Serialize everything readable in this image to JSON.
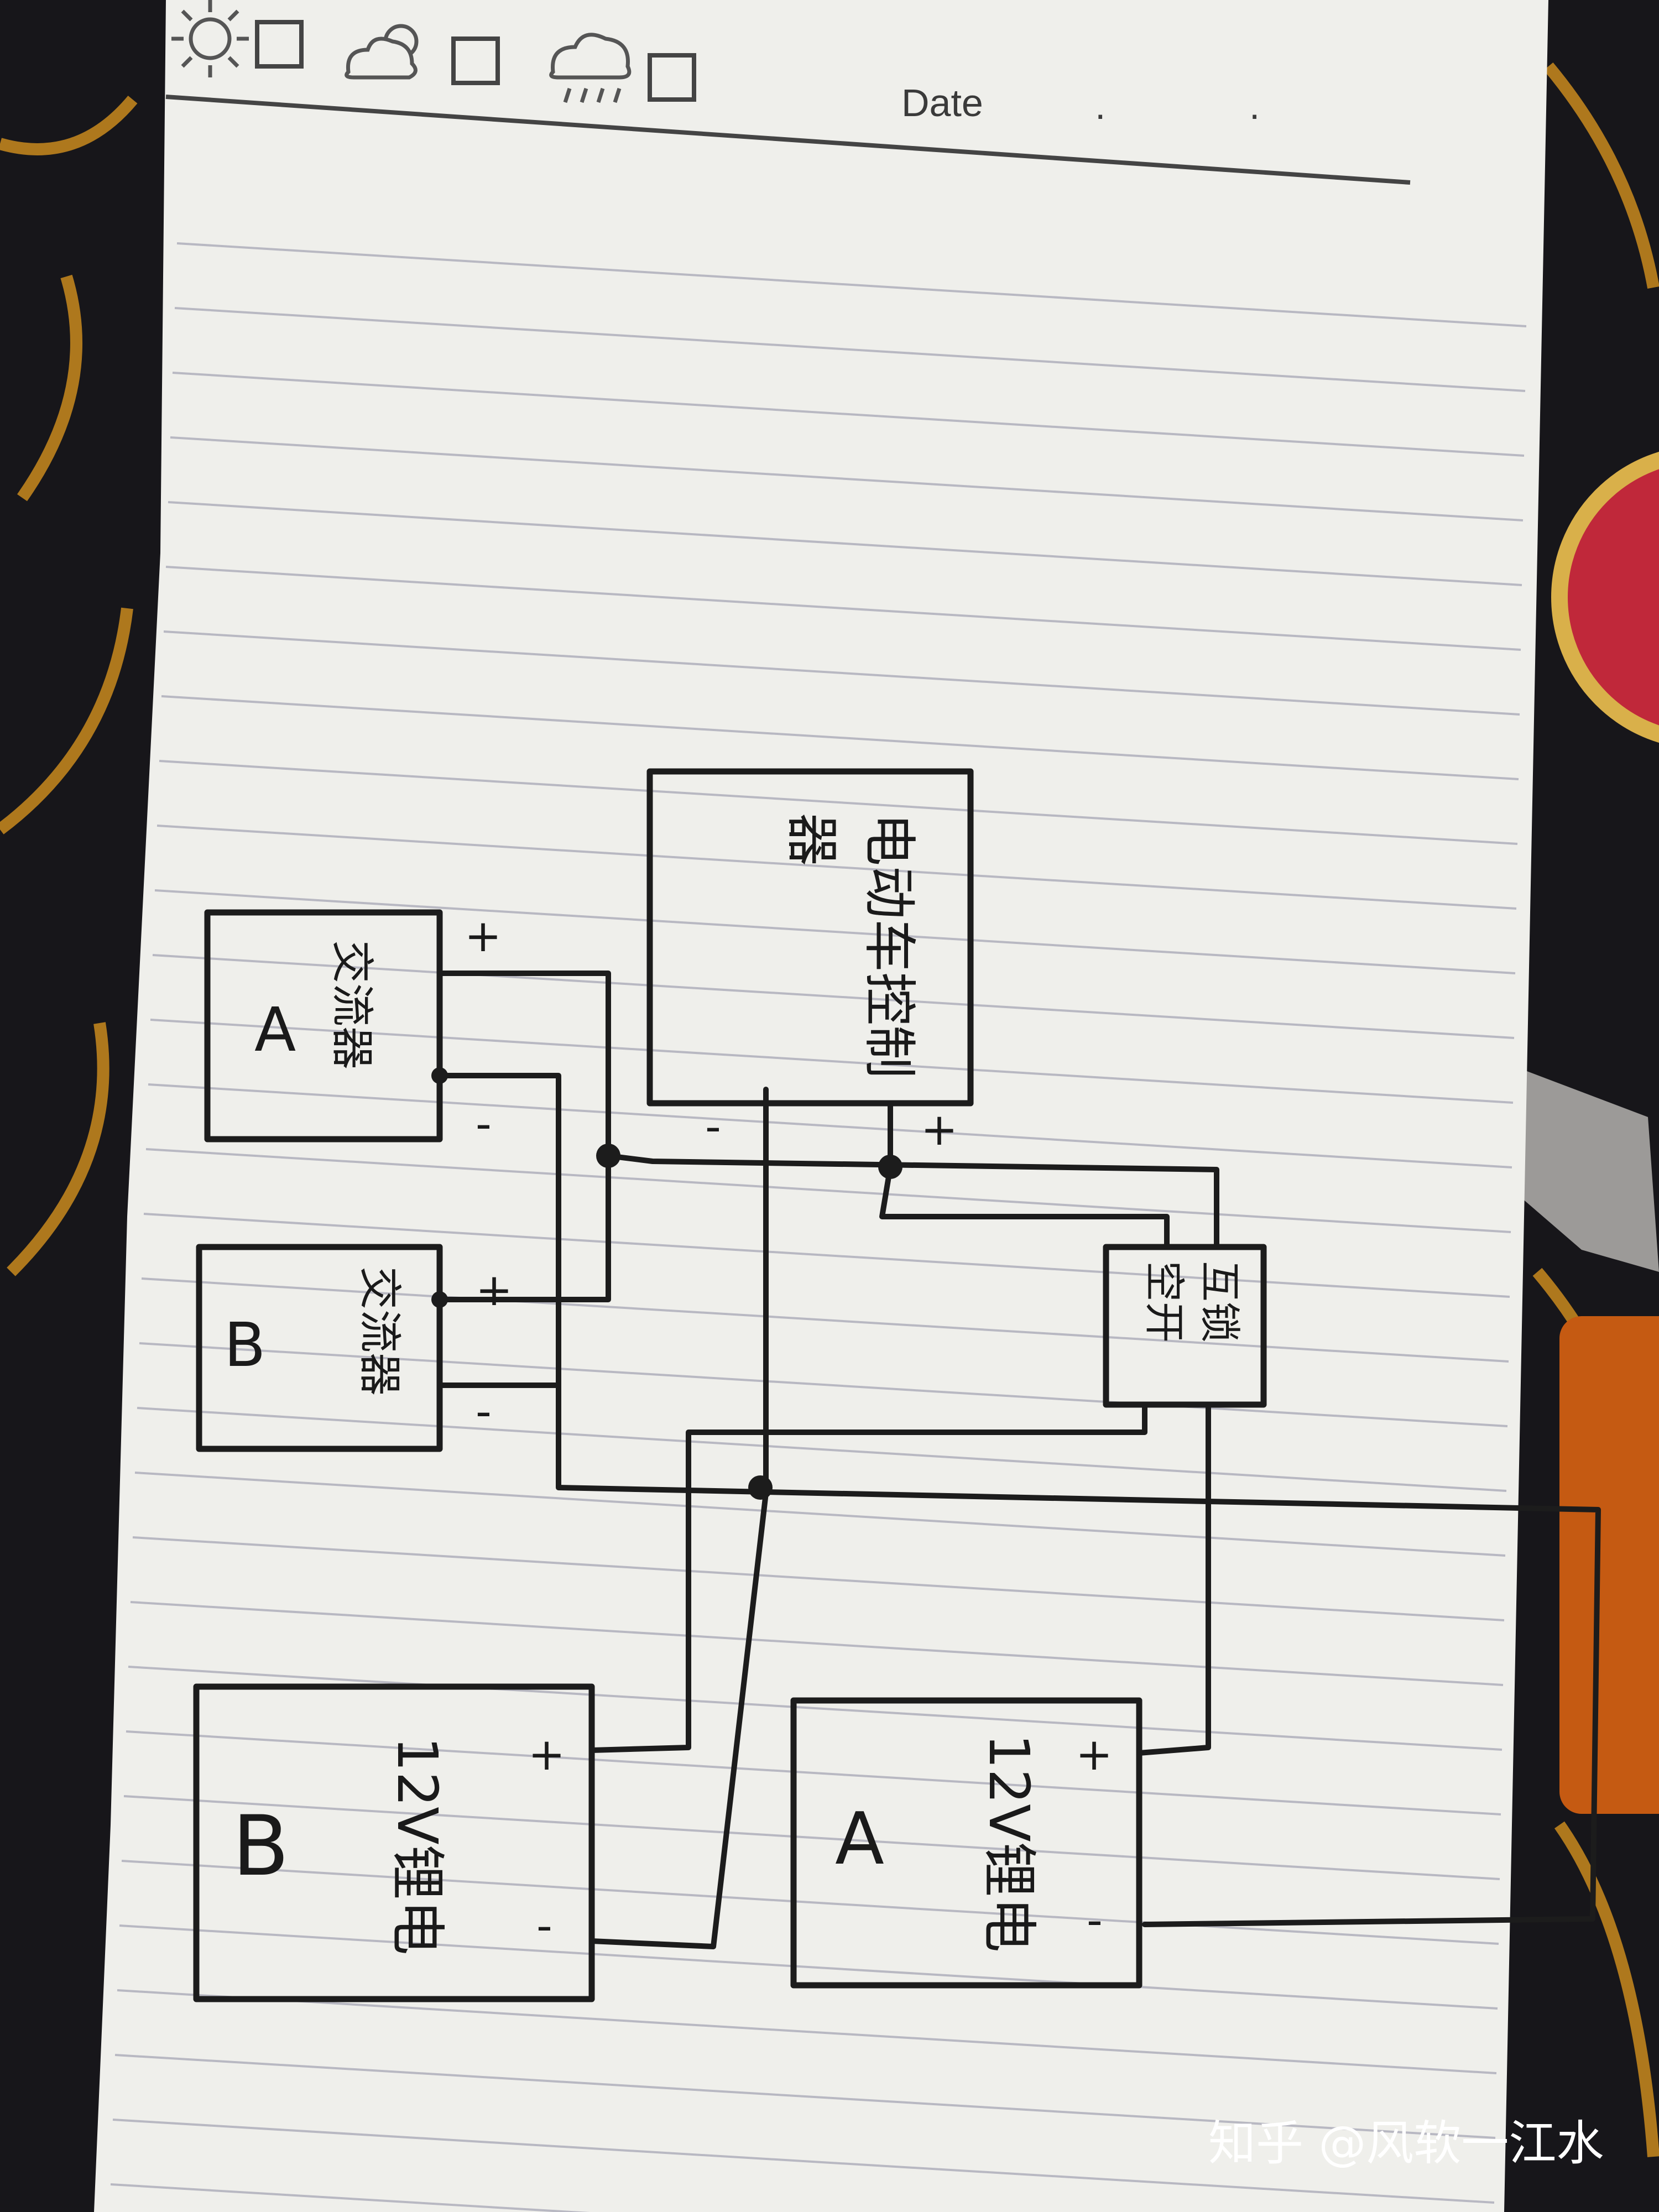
{
  "header": {
    "weather_icons": [
      "sun-icon",
      "partly-cloudy-icon",
      "rain-cloud-icon"
    ],
    "date_label": "Date",
    "date_dots": ". ."
  },
  "diagram": {
    "controller": {
      "lines": [
        "电动车控制",
        "器"
      ],
      "neg": "-",
      "pos": "+"
    },
    "converter_a": {
      "lines": [
        "交流器",
        "A"
      ],
      "pos": "+",
      "neg": "-"
    },
    "converter_b": {
      "lines": [
        "交流器",
        "B"
      ],
      "pos": "+",
      "neg": "-"
    },
    "breaker": {
      "lines": [
        "互锁",
        "空开"
      ]
    },
    "battery_b": {
      "lines": [
        "12V锂电",
        "B"
      ],
      "pos": "+",
      "neg": "-"
    },
    "battery_a": {
      "lines": [
        "12V锂电",
        "A"
      ],
      "pos": "+",
      "neg": "-"
    }
  },
  "watermark": "知乎 @风软一江水",
  "colors": {
    "paper": "#efefeb",
    "ink": "#1c1c1c",
    "background": "#17161a",
    "accent_gold": "#c98a1e",
    "accent_red": "#c0283a"
  }
}
